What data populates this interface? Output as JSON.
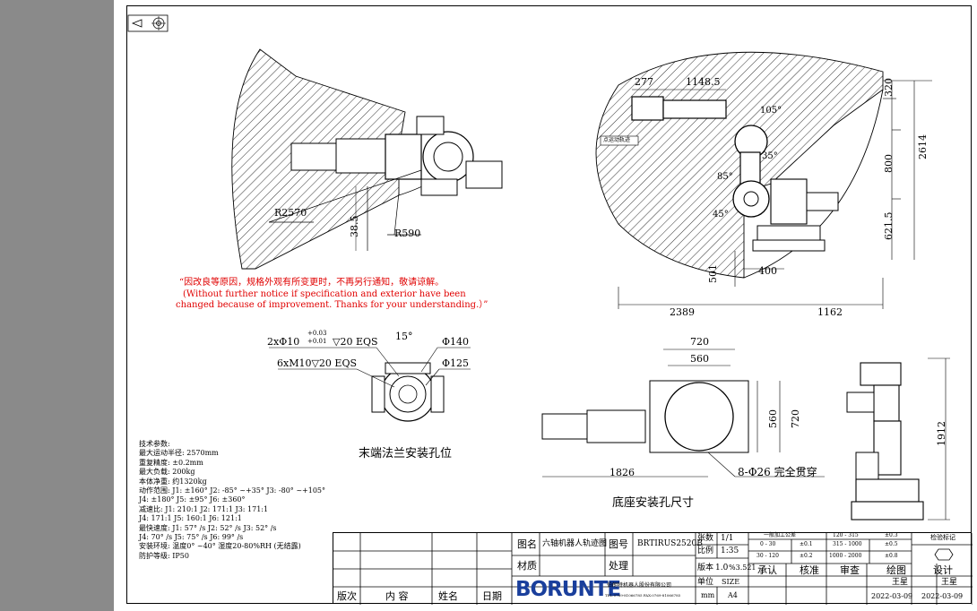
{
  "notice": {
    "zh": "“因改良等原因，规格外观有所变更时，不再另行通知，敬请谅解。",
    "en1": "(Without further notice if specification and exterior have been",
    "en2": "changed because of improvement. Thanks for your understanding.）”"
  },
  "top_left_view": {
    "radius_outer": "R2570",
    "radius_inner": "R590",
    "offset": "38.5"
  },
  "side_view": {
    "dims": [
      "277",
      "1148.5",
      "320",
      "2614",
      "800",
      "621.5",
      "501",
      "400",
      "2389",
      "1162"
    ],
    "angles": [
      "105°",
      "85°",
      "35°",
      "45°"
    ],
    "tag": "点运动轨迹"
  },
  "flange_view": {
    "spec_a": "2xΦ10",
    "tol_plus": "+0.03",
    "tol_minus": "+0.01",
    "spec_a_tail": "▽20 EQS",
    "spec_b": "6xM10▽20 EQS",
    "angle": "15°",
    "d1": "Φ140",
    "d2": "Φ125",
    "caption": "末端法兰安装孔位"
  },
  "base_view": {
    "w1": "720",
    "w2": "560",
    "h1": "560",
    "h2": "720",
    "len": "1826",
    "holes": "8-Φ26 完全贯穿",
    "caption": "底座安装孔尺寸"
  },
  "right_view": {
    "height": "1912"
  },
  "tech_params": [
    "技术参数:",
    "最大运动半径: 2570mm",
    "重复精度: ±0.2mm",
    "最大负载: 200kg",
    "本体净重: 约1320kg",
    "动作范围: J1: ±160°  J2: -85° ~+35°  J3: -80° ~+105°",
    "J4: ±180°  J5: ±95°  J6: ±360°",
    "减速比:  J1:  210:1 J2:  171:1 J3:  171:1",
    "J4:  171:1 J5:  160:1 J6:  121:1",
    "最快速度: J1: 57° /s J2: 52° /s J3: 52° /s",
    "J4: 70° /s J5: 75° /s J6: 99° /s",
    "安装环境: 温度0° ~40°  湿度20-80%RH (无结露)",
    "防护等级: IP50"
  ],
  "title_block": {
    "rev_labels": [
      "版次",
      "内 容",
      "姓名",
      "日期"
    ],
    "drawing_name_label": "图名",
    "drawing_name": "六轴机器人轨迹图",
    "drawing_no_label": "图号",
    "drawing_no": "BRTIRUS2520B",
    "material_label": "材质",
    "treatment_label": "处理",
    "brand": "BORUNTE",
    "company": "伯朗特机器人股份有限公司",
    "contact": "TEL:0769-81066785  FAX:0769-81066785",
    "sheets_label": "张数",
    "sheets": "1/1",
    "scale_label": "比例",
    "scale": "1:35",
    "version_label": "版本",
    "version": "1.0",
    "mass": "%3.521",
    "unit_label": "单位",
    "unit": "mm",
    "size_label": "SIZE",
    "size": "A4",
    "tol_header": "一般加工公差",
    "tolerances": [
      [
        "0 - 30",
        "±0.1",
        "315 - 1000",
        "±0.5"
      ],
      [
        "30 - 120",
        "±0.2",
        "1000 - 2000",
        "±0.8"
      ]
    ],
    "tol_top": [
      "120 - 315",
      "±0.3"
    ],
    "check_mark": "检验标记",
    "roles": [
      "承认",
      "核准",
      "审查",
      "绘图",
      "设计"
    ],
    "names": [
      "王星",
      "王星"
    ],
    "dates": [
      "2022-03-09",
      "2022-03-09"
    ]
  },
  "projection_symbol": "第一角投影"
}
